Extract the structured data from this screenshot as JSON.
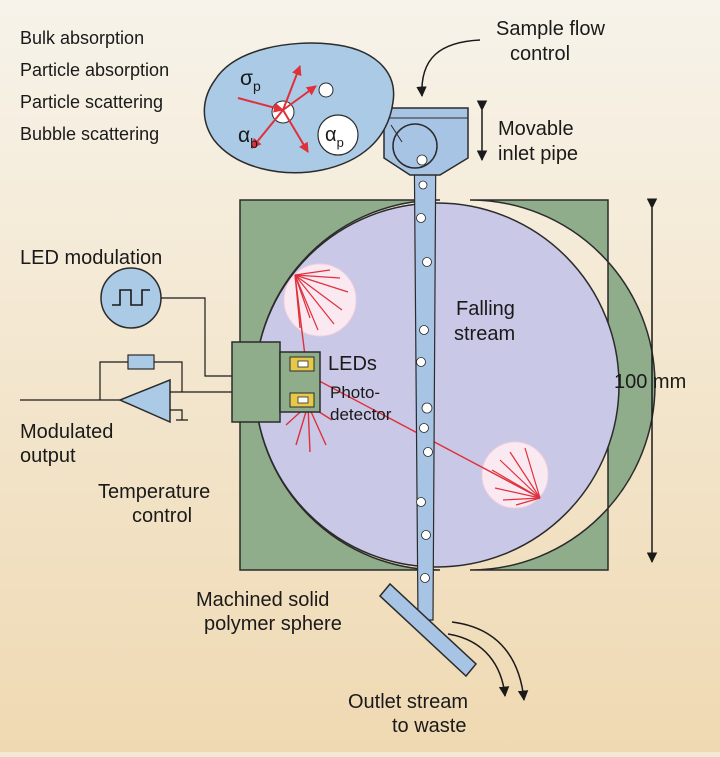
{
  "labels": {
    "bulk_absorption": "Bulk absorption",
    "particle_absorption": "Particle absorption",
    "particle_scattering": "Particle scattering",
    "bubble_scattering": "Bubble scattering",
    "sample_flow_line1": "Sample flow",
    "sample_flow_line2": "control",
    "movable_line1": "Movable",
    "movable_line2": "inlet pipe",
    "led_modulation": "LED modulation",
    "falling_line1": "Falling",
    "falling_line2": "stream",
    "leds": "LEDs",
    "photo_line1": "Photo-",
    "photo_line2": "detector",
    "size": "100 mm",
    "modulated_line1": "Modulated",
    "modulated_line2": "output",
    "temperature_line1": "Temperature",
    "temperature_line2": "control",
    "machined_line1": "Machined solid",
    "machined_line2": "polymer sphere",
    "outlet_line1": "Outlet stream",
    "outlet_line2": "to waste"
  },
  "symbols": {
    "sigma": "σ",
    "alpha": "α",
    "sub_p": "p",
    "sub_b": "b"
  },
  "colors": {
    "background_top": "#f6f1e6",
    "background_bottom": "#efdcb8",
    "block_green": "#8fad8b",
    "sphere_lavender": "#c9c8e6",
    "stream_blue": "#a8c4e4",
    "scatter_red": "#e0303a",
    "outline": "#2b2b2b"
  }
}
